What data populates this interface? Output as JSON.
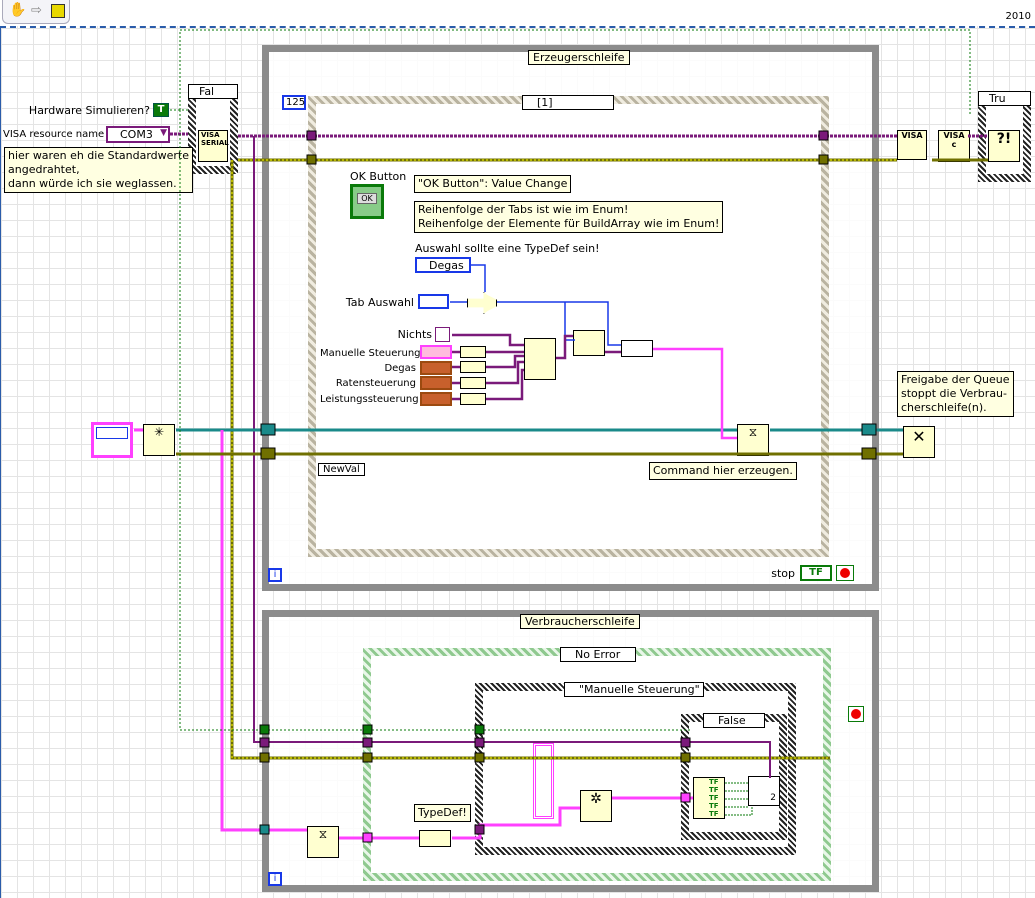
{
  "toolbar": {
    "icons": [
      "hand-icon",
      "arrow-icon",
      "vi-icon"
    ],
    "version": "2010"
  },
  "controls": {
    "hardware_simulieren": {
      "label": "Hardware Simulieren?",
      "value": "T"
    },
    "visa_resource": {
      "label": "VISA resource name",
      "value": "COM3"
    },
    "ok_button": {
      "label": "OK Button",
      "text": "OK",
      "type": "TF"
    },
    "auswahl_enum": {
      "value": "Degas"
    },
    "tab_auswahl": {
      "label": "Tab Auswahl"
    },
    "nichts": {
      "label": "Nichts"
    },
    "manuelle": {
      "label": "Manuelle Steuerung"
    },
    "degas": {
      "label": "Degas"
    },
    "raten": {
      "label": "Ratensteuerung"
    },
    "leistung": {
      "label": "Leistungssteuerung"
    },
    "stop": {
      "label": "stop",
      "type": "TF"
    }
  },
  "comments": {
    "standardwerte": "hier waren eh die Standardwerte\nangedrahtet,\ndann würde ich sie weglassen.",
    "event": "\"OK Button\": Value Change",
    "reihenfolge": "Reihenfolge der Tabs ist wie im Enum!\nReihenfolge der Elemente für BuildArray wie im Enum!",
    "typedef_hint": "Auswahl sollte eine TypeDef sein!",
    "command": "Command hier erzeugen.",
    "freigabe": "Freigabe der Queue\nstoppt die Verbrau-\ncherschleife(n).",
    "typedef": "TypeDef!"
  },
  "structures": {
    "producer": {
      "label": "Erzeugerschleife",
      "iteration": "i"
    },
    "event": {
      "selector": "[1]",
      "timeout": "125",
      "newval": "NewVal"
    },
    "consumer": {
      "label": "Verbraucherschleife",
      "iteration": "i"
    },
    "case_top_left": {
      "selector": "Fal"
    },
    "case_top_right": {
      "selector": "Tru"
    },
    "case_error": {
      "selector": "No Error"
    },
    "case_command": {
      "selector": "\"Manuelle Steuerung\""
    },
    "case_inner": {
      "selector": "False"
    }
  },
  "nodes": {
    "visa_serial": "VISA\nSERIAL",
    "visa_close": "VISA",
    "visa_c": "VISA\nc",
    "wait_count": "2",
    "tf": "TF"
  },
  "colors": {
    "visa": "#7a1a7a",
    "error": "#707000",
    "queue": "#1a8a8a",
    "cluster": "#ff40ff",
    "bool": "#0a7a0a",
    "enum": "#1838e8"
  }
}
